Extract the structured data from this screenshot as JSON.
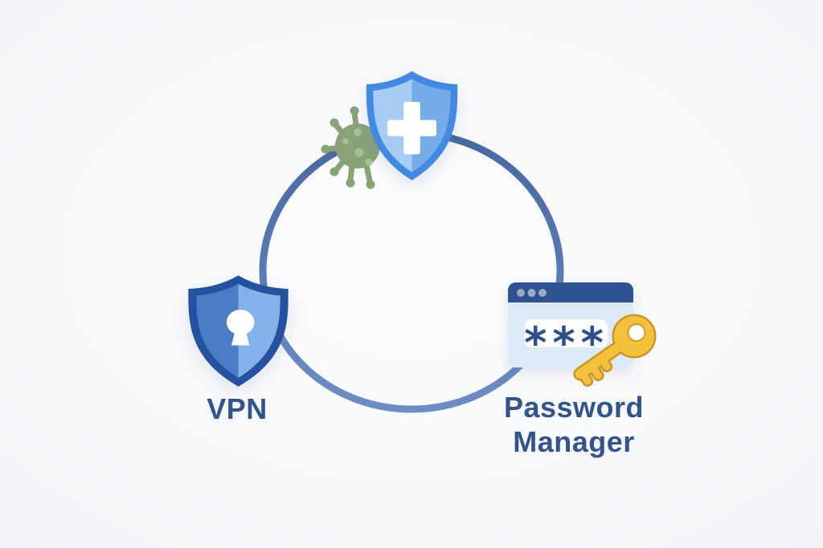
{
  "labels": {
    "vpn": "VPN",
    "password_manager": "Password Manager"
  },
  "password_field": {
    "masked_value": "***"
  },
  "icons": {
    "antivirus_shield": "blue shield with white medical cross",
    "virus": "green virus blob with spikes",
    "vpn_shield": "navy shield with white keyhole",
    "browser_window": "browser window with masked password field",
    "key": "golden key"
  },
  "colors": {
    "ring_top": "#44689f",
    "ring_bottom": "#6e8dc6",
    "antivirus_border": "#4189e2",
    "antivirus_left": "#a6ccf4",
    "antivirus_right": "#74abe8",
    "cross": "#ffffff",
    "virus_body": "#88a377",
    "virus_dots": "#a9be96",
    "vpn_border": "#2452a0",
    "vpn_left": "#4a7dc6",
    "vpn_right": "#82b2ea",
    "keyhole": "#ffffff",
    "titlebar": "#2d5191",
    "titlebar_dots": "#9aaac4",
    "window_body": "#dce9f7",
    "input_bg": "#ffffff",
    "asterisks": "#2c4f8e",
    "key_fill": "#f4c13c",
    "key_outline": "#cf9320",
    "label_text": "#31538e"
  }
}
